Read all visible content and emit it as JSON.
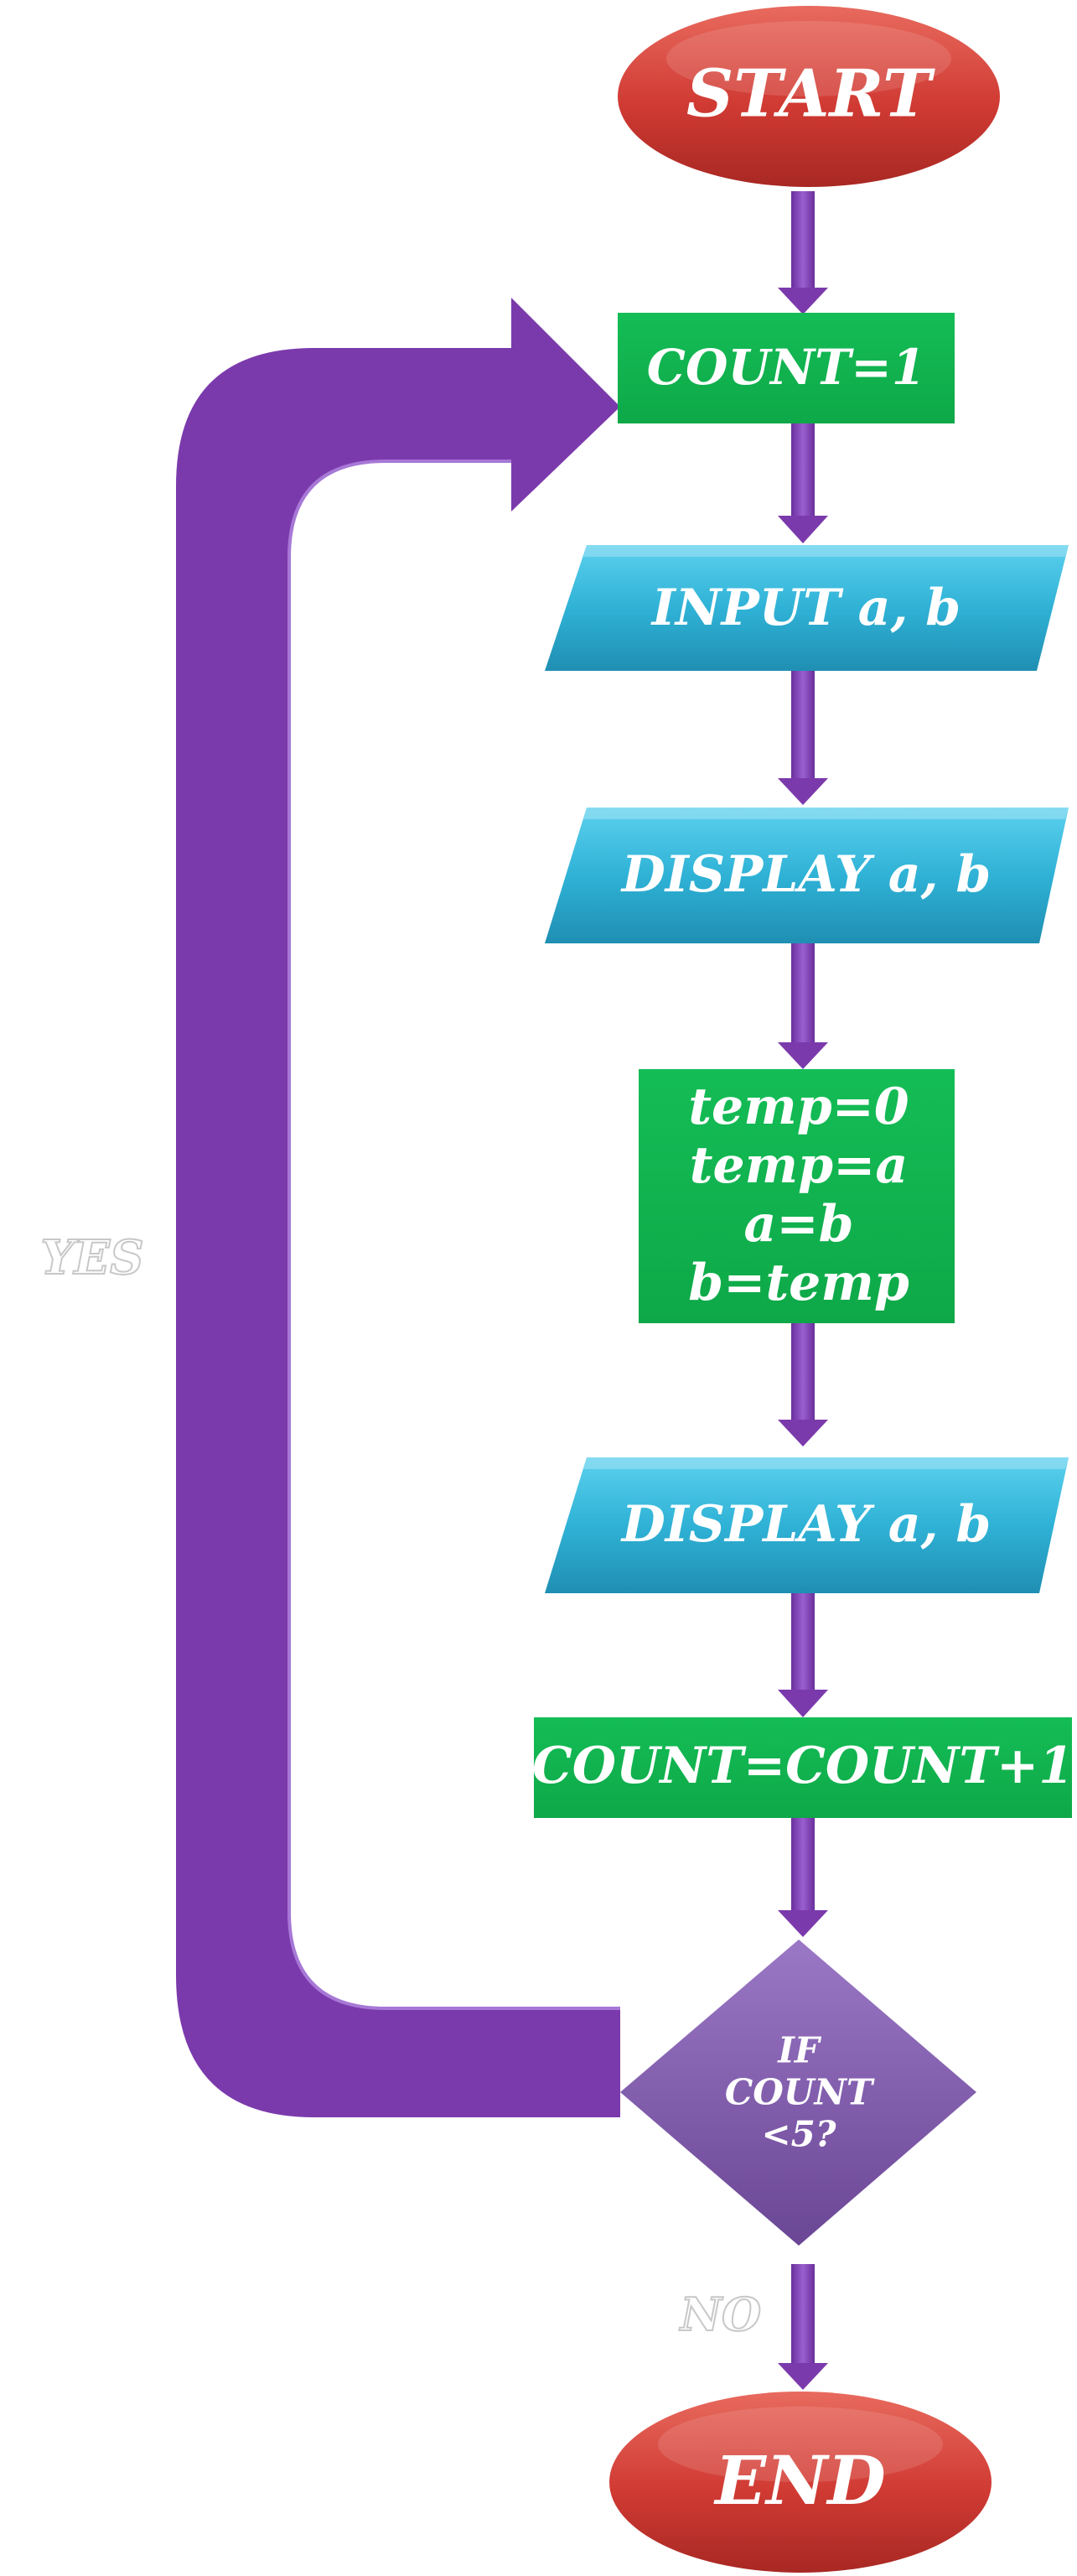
{
  "diagram": {
    "type": "flowchart",
    "nodes": {
      "start": {
        "shape": "ellipse",
        "label": "START",
        "color": "#d2403a"
      },
      "init": {
        "shape": "rectangle",
        "label": "COUNT=1",
        "color": "#11b04f"
      },
      "input": {
        "shape": "parallelogram",
        "label": "INPUT a, b",
        "color": "#2fb2d6"
      },
      "display1": {
        "shape": "parallelogram",
        "label": "DISPLAY a, b",
        "color": "#2fb2d6"
      },
      "swap": {
        "shape": "rectangle",
        "lines": [
          "temp=0",
          "temp=a",
          "a=b",
          "b=temp"
        ],
        "color": "#11b04f"
      },
      "display2": {
        "shape": "parallelogram",
        "label": "DISPLAY a, b",
        "color": "#2fb2d6"
      },
      "increment": {
        "shape": "rectangle",
        "label": "COUNT=COUNT+1",
        "color": "#11b04f"
      },
      "decision": {
        "shape": "diamond",
        "lines": [
          "IF",
          "COUNT",
          "<5?"
        ],
        "color": "#7e55a8"
      },
      "end": {
        "shape": "ellipse",
        "label": "END",
        "color": "#d2403a"
      }
    },
    "edges": {
      "loop_label": "YES",
      "exit_label": "NO",
      "arrow_color": "#7b3aac",
      "loop_color": "#7b3aac"
    }
  }
}
